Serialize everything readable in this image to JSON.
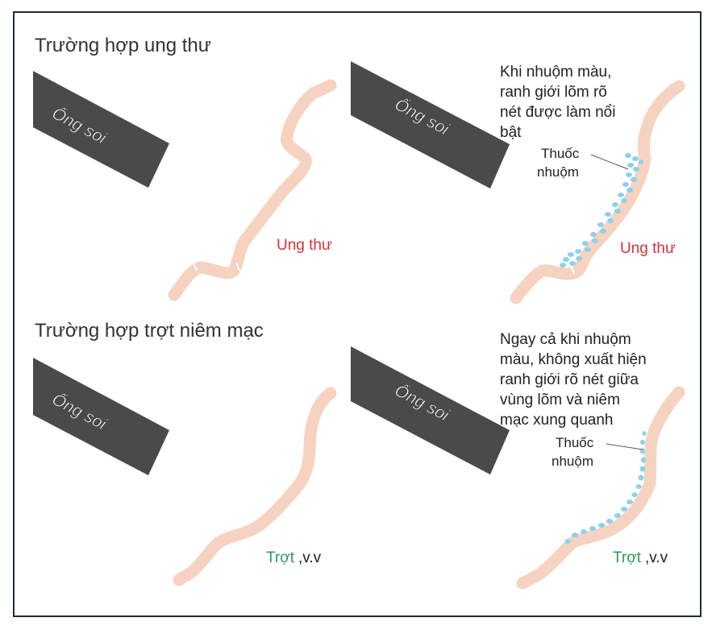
{
  "sections": {
    "cancer": {
      "title": "Trường hợp ung thư"
    },
    "erosion": {
      "title": "Trường hợp trợt niêm mạc"
    }
  },
  "scope_label": "Ống soi",
  "cancer_label": "Ung thư",
  "erosion_label": {
    "word": "Trợt",
    "suffix": ",v.v"
  },
  "dye_label": [
    "Thuốc",
    "nhuộm"
  ],
  "notes": {
    "cancer": [
      "Khi nhuộm màu,",
      "ranh giới lõm rõ",
      "nét được làm nổi",
      "bật"
    ],
    "erosion": [
      "Ngay cả khi nhuộm",
      "màu, không xuất hiện",
      "ranh giới rõ nét giữa",
      "vùng lõm và niêm",
      "mạc xung quanh"
    ]
  },
  "colors": {
    "tissue": "#f6d3c1",
    "scope": "#4a4a4a",
    "dye": "#8cd0ef",
    "cancer_text": "#d6333a",
    "erosion_text": "#2f9a5b",
    "border": "#1f2d35"
  }
}
